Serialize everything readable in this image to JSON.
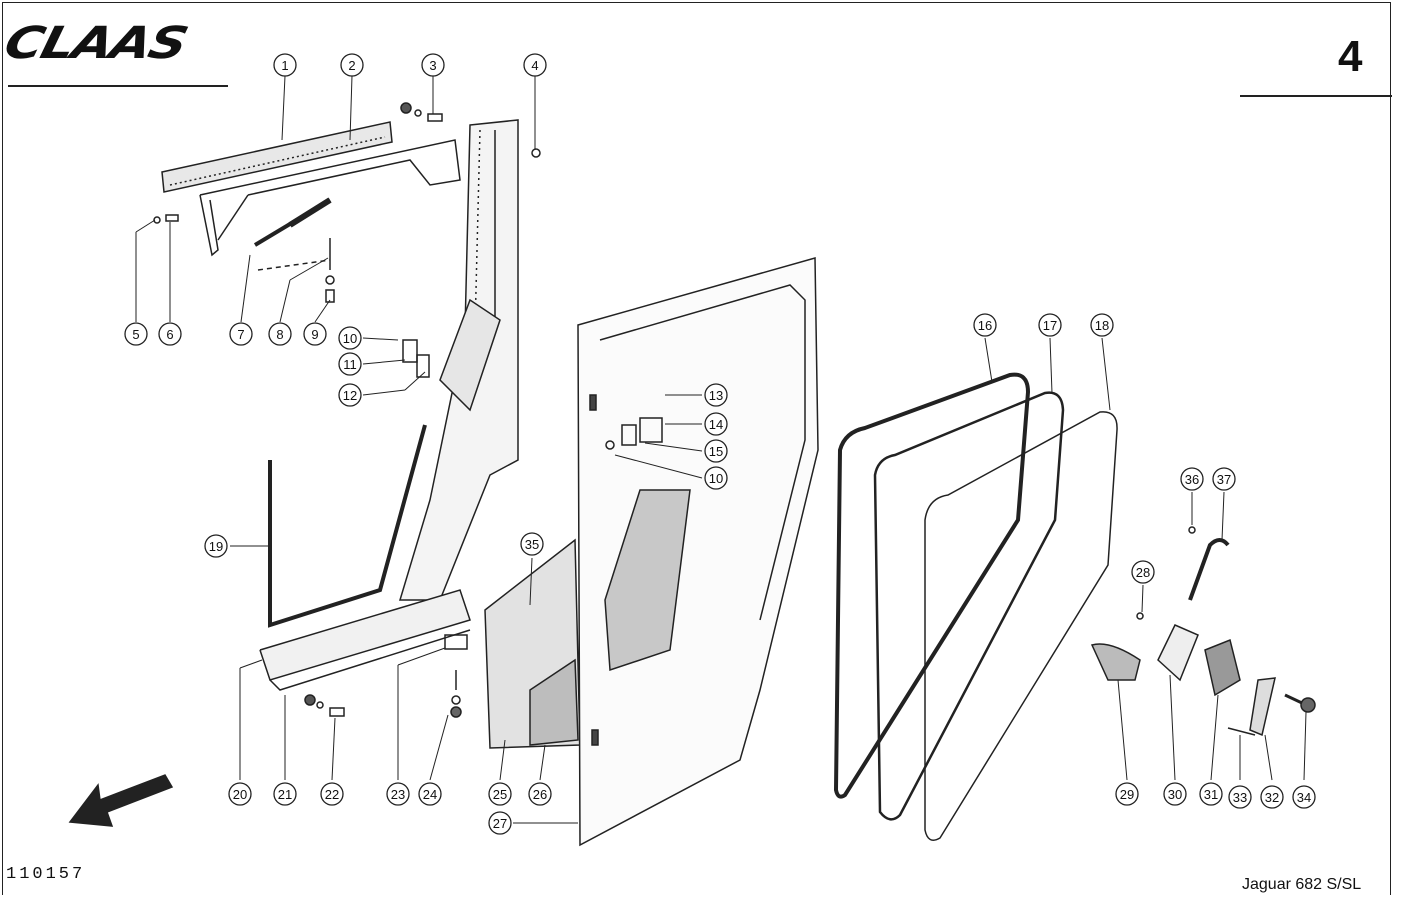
{
  "header": {
    "brand": "CLAAS",
    "sheet_number": "4"
  },
  "footer": {
    "drawing_number": "110157",
    "model": "Jaguar 682 S/SL"
  },
  "callouts": [
    {
      "id": "1",
      "label": "1"
    },
    {
      "id": "2",
      "label": "2"
    },
    {
      "id": "3",
      "label": "3"
    },
    {
      "id": "4",
      "label": "4"
    },
    {
      "id": "5",
      "label": "5"
    },
    {
      "id": "6",
      "label": "6"
    },
    {
      "id": "7",
      "label": "7"
    },
    {
      "id": "8",
      "label": "8"
    },
    {
      "id": "9",
      "label": "9"
    },
    {
      "id": "10a",
      "label": "10"
    },
    {
      "id": "11",
      "label": "11"
    },
    {
      "id": "12",
      "label": "12"
    },
    {
      "id": "13",
      "label": "13"
    },
    {
      "id": "14",
      "label": "14"
    },
    {
      "id": "15",
      "label": "15"
    },
    {
      "id": "10b",
      "label": "10"
    },
    {
      "id": "16",
      "label": "16"
    },
    {
      "id": "17",
      "label": "17"
    },
    {
      "id": "18",
      "label": "18"
    },
    {
      "id": "19",
      "label": "19"
    },
    {
      "id": "35",
      "label": "35"
    },
    {
      "id": "36",
      "label": "36"
    },
    {
      "id": "37",
      "label": "37"
    },
    {
      "id": "28",
      "label": "28"
    },
    {
      "id": "20",
      "label": "20"
    },
    {
      "id": "21",
      "label": "21"
    },
    {
      "id": "22",
      "label": "22"
    },
    {
      "id": "23",
      "label": "23"
    },
    {
      "id": "24",
      "label": "24"
    },
    {
      "id": "25",
      "label": "25"
    },
    {
      "id": "26",
      "label": "26"
    },
    {
      "id": "27",
      "label": "27"
    },
    {
      "id": "29",
      "label": "29"
    },
    {
      "id": "30",
      "label": "30"
    },
    {
      "id": "31",
      "label": "31"
    },
    {
      "id": "33",
      "label": "33"
    },
    {
      "id": "32",
      "label": "32"
    },
    {
      "id": "34",
      "label": "34"
    }
  ]
}
